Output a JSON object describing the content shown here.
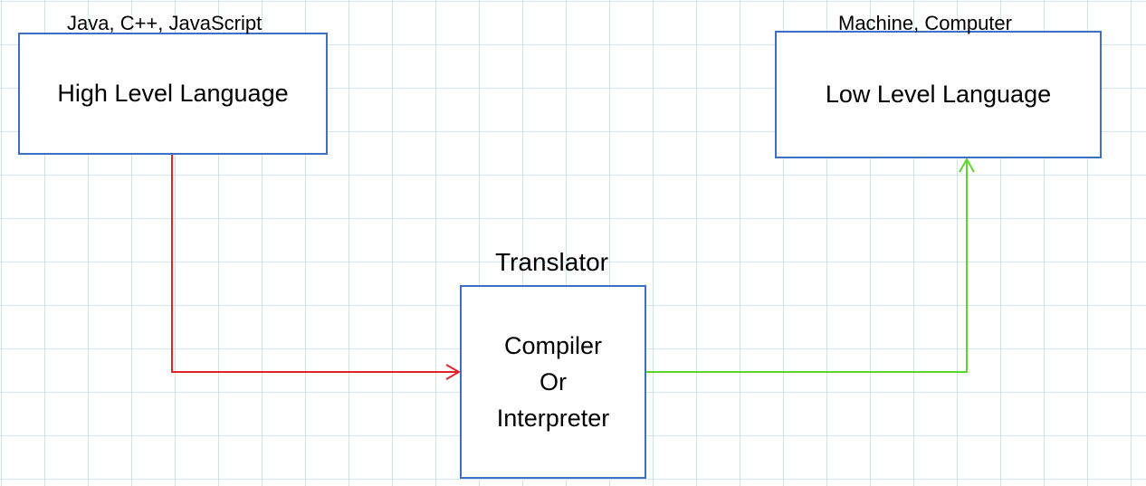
{
  "high_level": {
    "examples": "Java, C++, JavaScript",
    "title": "High Level Language"
  },
  "low_level": {
    "examples": "Machine, Computer",
    "title": "Low Level Language"
  },
  "translator": {
    "label": "Translator",
    "lines": [
      "Compiler",
      "Or",
      "Interpreter"
    ]
  },
  "colors": {
    "box_border": "#3f6fc4",
    "arrow_in": "#e0242a",
    "arrow_out": "#5cd62a",
    "grid": "#cfe6f2"
  }
}
